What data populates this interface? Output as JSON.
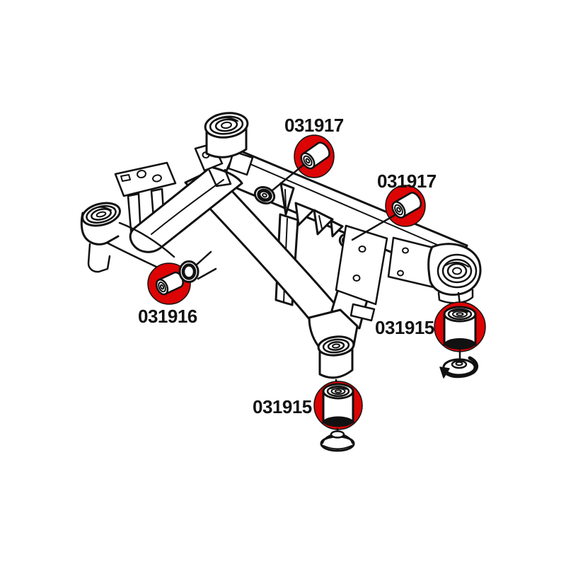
{
  "diagram": {
    "kind": "exploded-parts-diagram",
    "subject": "rear subframe bushing locations",
    "highlight_color": "#dc0404",
    "line_color": "#111111",
    "background_color": "#ffffff",
    "labels": [
      {
        "id": "front-inner-left-bushing",
        "text": "031917"
      },
      {
        "id": "front-inner-right-bushing",
        "text": "031917"
      },
      {
        "id": "front-outer-left-bushing",
        "text": "031916"
      },
      {
        "id": "rear-right-mount-bushing",
        "text": "031915"
      },
      {
        "id": "rear-center-mount-bushing",
        "text": "031915"
      }
    ]
  }
}
